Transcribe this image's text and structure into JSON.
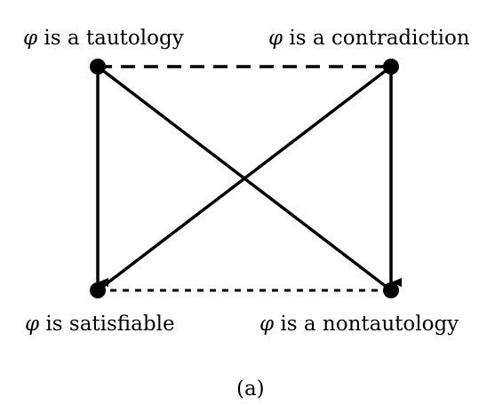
{
  "nodes": {
    "tautology": {
      "symbol": "φ",
      "text": " is a tautology"
    },
    "contradiction": {
      "symbol": "φ",
      "text": " is a contradiction"
    },
    "satisfiable": {
      "symbol": "φ",
      "text": " is satisfiable"
    },
    "nontautology": {
      "symbol": "φ",
      "text": " is a nontautology"
    }
  },
  "caption": "(a)",
  "colors": {
    "ink": "#000000",
    "background": "#ffffff"
  }
}
